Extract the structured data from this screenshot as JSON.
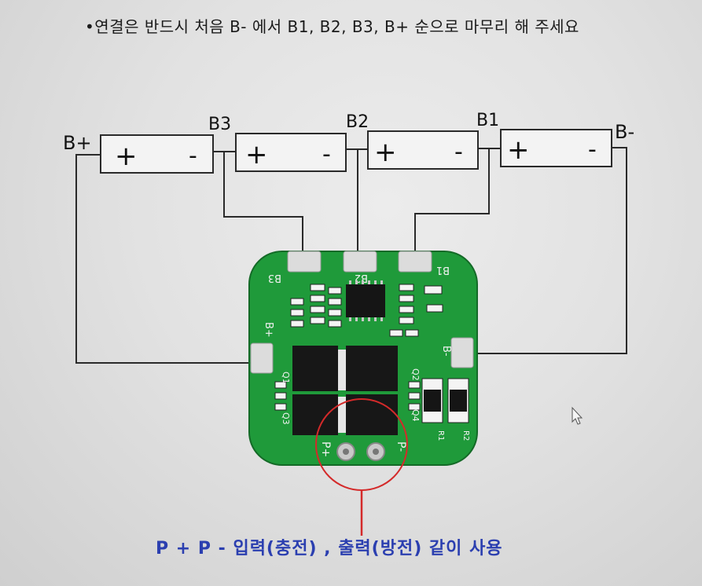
{
  "top_note": "•연결은 반드시 처음 B- 에서 B1, B2, B3, B+ 순으로 마무리 해 주세요",
  "bottom_note": "P +   P -  입력(충전) , 출력(방전)  같이 사용",
  "terminals": {
    "b_plus": "B+",
    "b3": "B3",
    "b2": "B2",
    "b1": "B1",
    "b_minus": "B-"
  },
  "cell_signs": {
    "plus": "+",
    "minus": "-"
  },
  "board": {
    "pad_b3": "B3",
    "pad_b2": "B2",
    "pad_b1": "B1",
    "pad_b_plus": "B+",
    "pad_b_minus": "B-",
    "pad_p_plus": "P+",
    "pad_p_minus": "P-",
    "q1": "Q1",
    "q2": "Q2",
    "q3": "Q3",
    "q4": "Q4",
    "r1": "R1",
    "r2": "R2"
  },
  "colors": {
    "pcb": "#1f9a3a",
    "highlight": "#d42a2a",
    "note_blue": "#2b3fb0",
    "wire": "#2a2a2a"
  }
}
